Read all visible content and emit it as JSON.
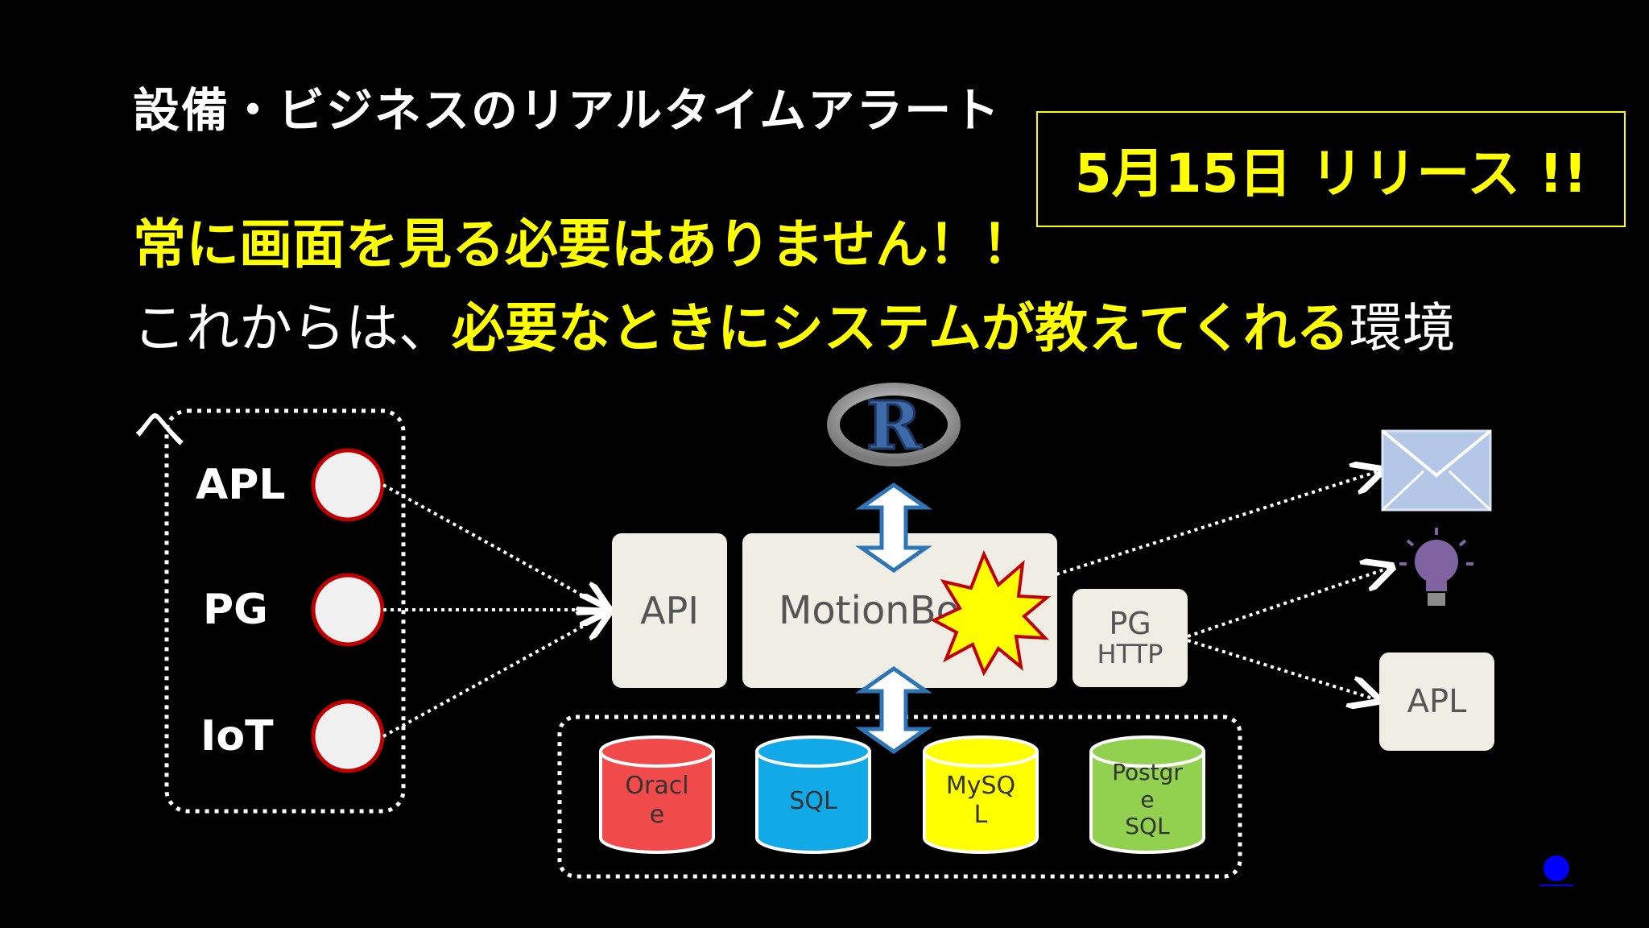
{
  "slide": {
    "title": "設備・ビジネスのリアルタイムアラート",
    "headline": "常に画面を見る必要はありません！！",
    "subline": {
      "part1": "これからは、",
      "part2": "必要なときにシステムが教えてくれる",
      "part3": "環境",
      "part4": "へ"
    },
    "release": "5月15日 リリース !!"
  },
  "diagram": {
    "sources": [
      {
        "label": "APL"
      },
      {
        "label": "PG"
      },
      {
        "label": "IoT"
      }
    ],
    "api_label": "API",
    "motionboard_label": "MotionBo",
    "r_label": "R",
    "pg_http": {
      "line1": "PG",
      "line2": "HTTP"
    },
    "output_apl_label": "APL",
    "databases": [
      {
        "line1": "Oracl",
        "line2": "e",
        "line3": "",
        "color": "#f04a4a"
      },
      {
        "line1": "SQL",
        "line2": "",
        "line3": "",
        "color": "#12a9e8"
      },
      {
        "line1": "MySQ",
        "line2": "L",
        "line3": "",
        "color": "#ffff00"
      },
      {
        "line1": "Postgr",
        "line2": "e",
        "line3": "SQL",
        "color": "#92d050"
      }
    ],
    "icons": [
      "mail-icon",
      "lightbulb-icon",
      "explosion-icon",
      "r-logo-icon"
    ]
  },
  "colors": {
    "accent_yellow": "#ffff00",
    "source_ring": "#c00000",
    "box_fill": "#efede4",
    "arrow_blue": "#2e75b6"
  }
}
